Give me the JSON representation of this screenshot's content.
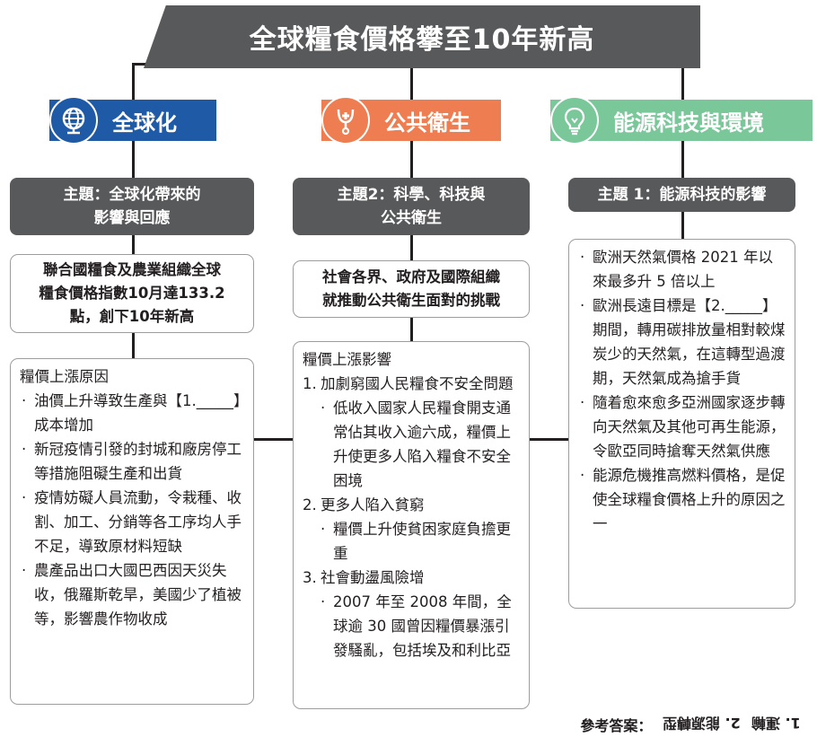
{
  "title": "全球糧食價格攀至10年新高",
  "categories": [
    {
      "label": "全球化",
      "icon": "globe-icon",
      "color": "#1f5aa6"
    },
    {
      "label": "公共衛生",
      "icon": "stethoscope-icon",
      "color": "#ee7e51"
    },
    {
      "label": "能源科技與環境",
      "icon": "lightbulb-icon",
      "color": "#7ac79a"
    }
  ],
  "themes": {
    "global": [
      "主題：全球化帶來的",
      "影響與回應"
    ],
    "health": [
      "主題2：科學、科技與",
      "公共衛生"
    ],
    "energy": [
      "主題 1：能源科技的影響"
    ]
  },
  "summaries": {
    "global": [
      "聯合國糧食及農業組織全球",
      "糧食價格指數10月達133.2",
      "點，創下10年新高"
    ],
    "health": [
      "社會各界、政府及國際組織",
      "就推動公共衛生面對的挑戰"
    ]
  },
  "global_detail": {
    "heading": "糧價上漲原因",
    "items": [
      "油價上升導致生產與【1._____】成本增加",
      "新冠疫情引發的封城和廠房停工等措施阻礙生產和出貨",
      "疫情妨礙人員流動，令栽種、收割、加工、分銷等各工序均人手不足，導致原材料短缺",
      "農產品出口大國巴西因天災失收，俄羅斯乾旱，美國少了植被等，影響農作物收成"
    ]
  },
  "health_detail": {
    "heading": "糧價上漲影響",
    "sections": [
      {
        "num": "1.",
        "title": "加劇窮國人民糧食不安全問題",
        "points": [
          "低收入國家人民糧食開支通常佔其收入逾六成，糧價上升使更多人陷入糧食不安全困境"
        ]
      },
      {
        "num": "2.",
        "title": "更多人陷入貧窮",
        "points": [
          "糧價上升使貧困家庭負擔更重"
        ]
      },
      {
        "num": "3.",
        "title": "社會動盪風險增",
        "points": [
          "2007 年至 2008 年間，全球逾 30 國曾因糧價暴漲引發騷亂，包括埃及和利比亞"
        ]
      }
    ]
  },
  "energy_detail": {
    "items": [
      "歐洲天然氣價格 2021 年以來最多升 5 倍以上",
      "歐洲長遠目標是【2._____】期間，轉用碳排放量相對較煤炭少的天然氣，在這轉型過渡期，天然氣成為搶手貨",
      "隨着愈來愈多亞洲國家逐步轉向天然氣及其他可再生能源，令歐亞同時搶奪天然氣供應",
      "能源危機推高燃料價格，是促使全球糧食價格上升的原因之一"
    ]
  },
  "answers": {
    "label": "參考答案：",
    "items": [
      "1. 運輸",
      "2. 能源轉型"
    ]
  }
}
